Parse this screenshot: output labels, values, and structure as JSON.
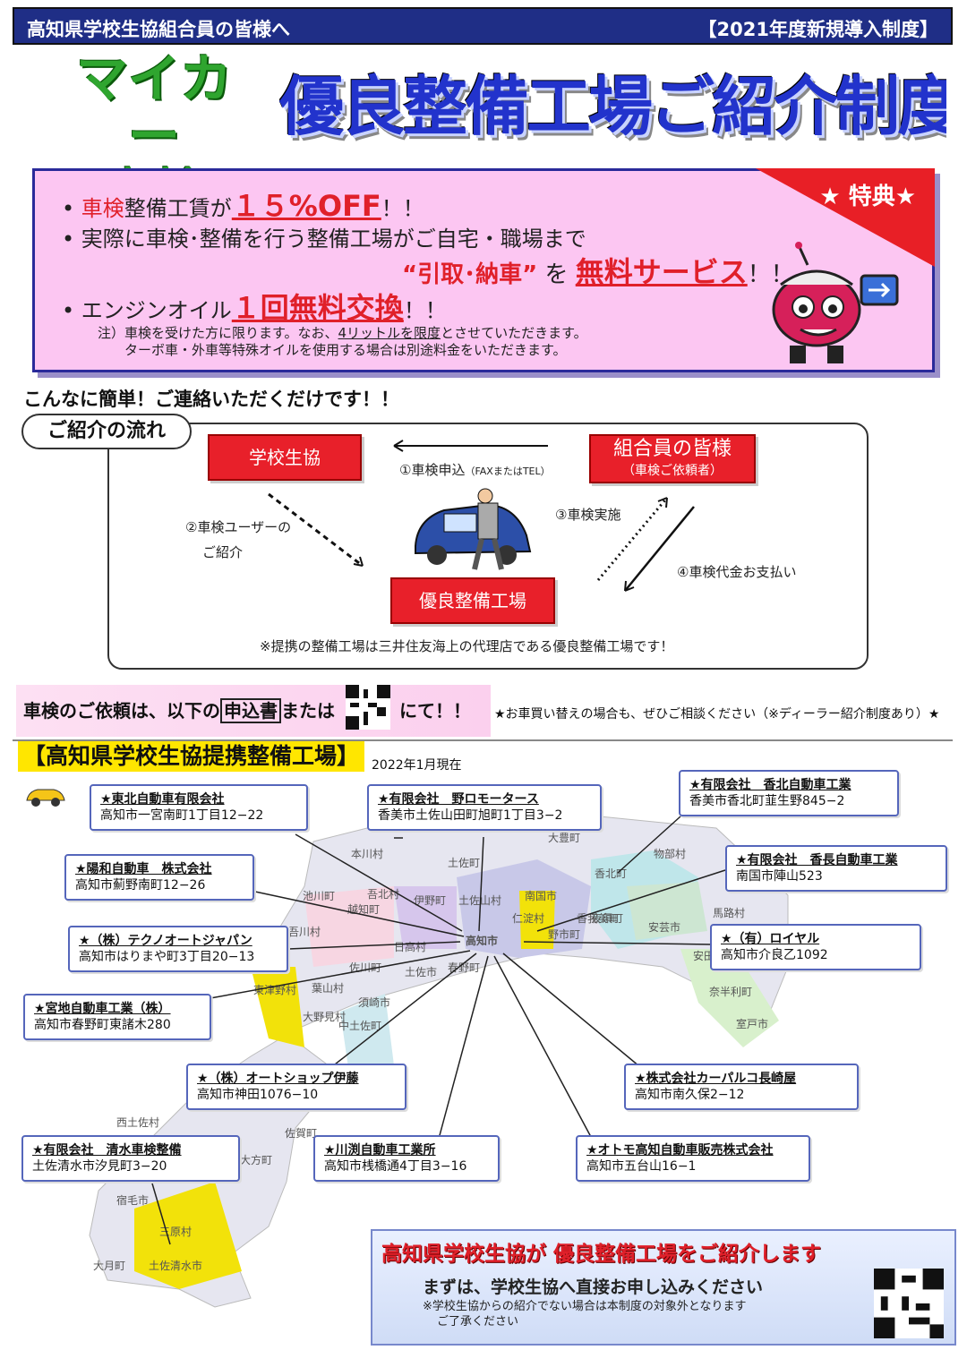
{
  "header": {
    "left": "高知県学校生協組合員の皆様へ",
    "right": "【2021年度新規導入制度】"
  },
  "hero": {
    "mycar_line1": "マイカー",
    "mycar_line2": "車検",
    "title": "優良整備工場ご紹介制度のご案内!!"
  },
  "benefit": {
    "tokuten": "★ 特典★",
    "b1_pre": "車検",
    "b1_mid": "整備工賃が",
    "b1_big": "１５%OFF",
    "b1_end": "！！",
    "b2": "実際に車検･整備を行う整備工場がご自宅・職場まで",
    "b2b_pre": "“引取･納車”",
    "b2b_mid": " を ",
    "b2b_big": "無料サービス",
    "b2b_end": "！！",
    "b3_pre": "エンジンオイル",
    "b3_big": "１回無料交換",
    "b3_end": "！！",
    "note1_a": "注）車検を受けた方に限ります。なお、",
    "note1_u": "4リットルを限度",
    "note1_b": "とさせていただきます。",
    "note2": "ターボ車・外車等特殊オイルを使用する場合は別途料金をいただきます。"
  },
  "flow": {
    "easy": "こんなに簡単！ご連絡いただくだけです！！",
    "tag": "ご紹介の流れ",
    "box1": "学校生協",
    "box2_main": "組合員の皆様",
    "box2_sub": "（車検ご依頼者）",
    "box3": "優良整備工場",
    "step1": "①車検申込",
    "step1_sub": "（FAXまたはTEL）",
    "step2a": "②車検ユーザーの",
    "step2b": "ご紹介",
    "step3": "③車検実施",
    "step4": "④車検代金お支払い",
    "footnote": "※提携の整備工場は三井住友海上の代理店である優良整備工場です！"
  },
  "request": {
    "pre": "車検のご依頼は、以下の",
    "box": "申込書",
    "mid": "または",
    "post": "にて！！",
    "dealer": "★お車買い替えの場合も、ぜひご相談ください（※ディーラー紹介制度あり）★"
  },
  "section": {
    "title": "【高知県学校生協提携整備工場】",
    "asof": "2022年1月現在"
  },
  "map_labels": [
    "本川村",
    "土佐町",
    "物部村",
    "香北町",
    "吾北村",
    "池川町",
    "土佐山村",
    "南国市",
    "馬路村",
    "吾川村",
    "伊野町",
    "日高村",
    "高知市",
    "野市町",
    "夜須町",
    "安芸市",
    "越知町",
    "佐川町",
    "春野町",
    "土佐市",
    "須崎市",
    "葉山村",
    "東津野村",
    "大野見村",
    "中土佐町",
    "奈半利町",
    "安田町",
    "室戸市",
    "大方町",
    "佐賀町",
    "西土佐村",
    "宿毛市",
    "三原村",
    "大月町",
    "土佐清水市",
    "仁淀村",
    "香我美町",
    "大豊町"
  ],
  "shops": [
    {
      "name": "★東北自動車有限会社",
      "addr": "高知市一宮南町1丁目12−22"
    },
    {
      "name": "★有限会社　野ロモータース",
      "addr": "香美市土佐山田町旭町1丁目3−2"
    },
    {
      "name": "★有限会社　香北自動車工業",
      "addr": "香美市香北町韮生野845−2"
    },
    {
      "name": "★陽和自動車　株式会社",
      "addr": "高知市薊野南町12−26"
    },
    {
      "name": "★有限会社　香長自動車工業",
      "addr": "南国市陣山523"
    },
    {
      "name": "★（株）テクノオートジャパン",
      "addr": "高知市はりまや町3丁目20−13"
    },
    {
      "name": "★（有）ロイヤル",
      "addr": "高知市介良乙1092"
    },
    {
      "name": "★宮地自動車工業（株）",
      "addr": "高知市春野町東諸木280"
    },
    {
      "name": "★（株）オートショップ伊藤",
      "addr": "高知市神田1076−10"
    },
    {
      "name": "★株式会社カーパルコ長崎屋",
      "addr": "高知市南久保2−12"
    },
    {
      "name": "★有限会社　清水車検整備",
      "addr": "土佐清水市汐見町3−20"
    },
    {
      "name": "★川渕自動車工業所",
      "addr": "高知市桟橋通4丁目3−16"
    },
    {
      "name": "★オトモ高知自動車販売株式会社",
      "addr": "高知市五台山16−1"
    }
  ],
  "bottom": {
    "title": "高知県学校生協が 優良整備工場をご紹介します",
    "line": "まずは、学校生協へ直接お申し込みください",
    "note1": "※学校生協からの紹介でない場合は本制度の対象外となります",
    "note2": "ご了承ください"
  },
  "colors": {
    "header_bg": "#1f2e86",
    "accent_red": "#e0202a",
    "pink": "#fcc6f2",
    "title_blue": "#2233cc",
    "highlight": "#ffe600"
  }
}
